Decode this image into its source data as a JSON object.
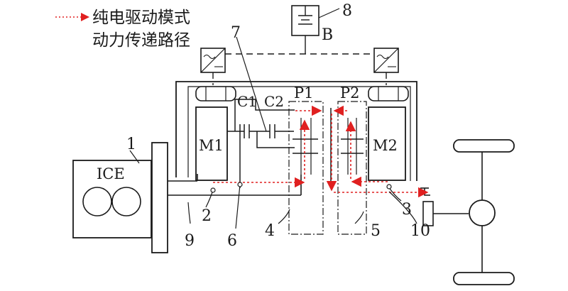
{
  "legend": {
    "line1": "纯电驱动模式",
    "line2": "动力传递路径"
  },
  "labels": {
    "ice": "ICE",
    "m1": "M1",
    "m2": "M2",
    "c1": "C1",
    "c2": "C2",
    "p1": "P1",
    "p2": "P2",
    "battery": "B"
  },
  "callouts": {
    "n1": "1",
    "n2": "2",
    "n3": "3",
    "n4": "4",
    "n5": "5",
    "n6": "6",
    "n7": "7",
    "n8": "8",
    "n9": "9",
    "n10": "10"
  },
  "colors": {
    "line": "#1a1a1a",
    "power_path": "#e02020"
  }
}
